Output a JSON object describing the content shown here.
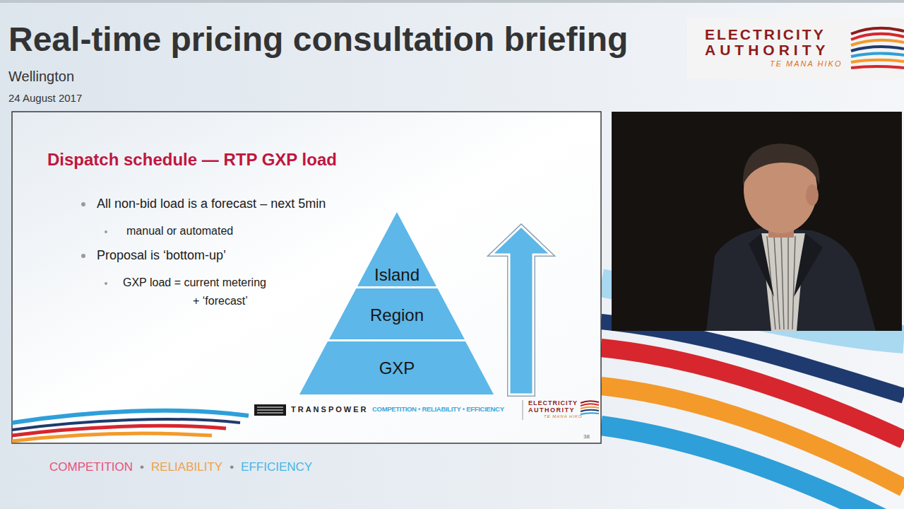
{
  "diagram": {
    "title": "Real-time pricing consultation briefing",
    "nodes": [
      {
        "text": [
          "Island"
        ]
      },
      {
        "text": [
          "Region"
        ]
      },
      {
        "text": [
          "GXP"
        ]
      }
    ],
    "labels": [
      "Wellington",
      "24 August 2017",
      "ELECTRICITY",
      "AUTHORITY",
      "TE MANA HIKO",
      "Dispatch schedule — RTP GXP load",
      "All non-bid load is a forecast – next 5min",
      "manual or automated",
      "Proposal is ‘bottom-up’",
      "GXP load = current metering",
      "+ ‘forecast’",
      "TRANSPOWER",
      "COMPETITION • RELIABILITY • EFFICIENCY",
      "ELECTRICITY",
      "AUTHORITY",
      "TE MANA HIKO",
      "38",
      "COMPETITION",
      "•",
      "RELIABILITY",
      "•",
      "EFFICIENCY"
    ]
  }
}
